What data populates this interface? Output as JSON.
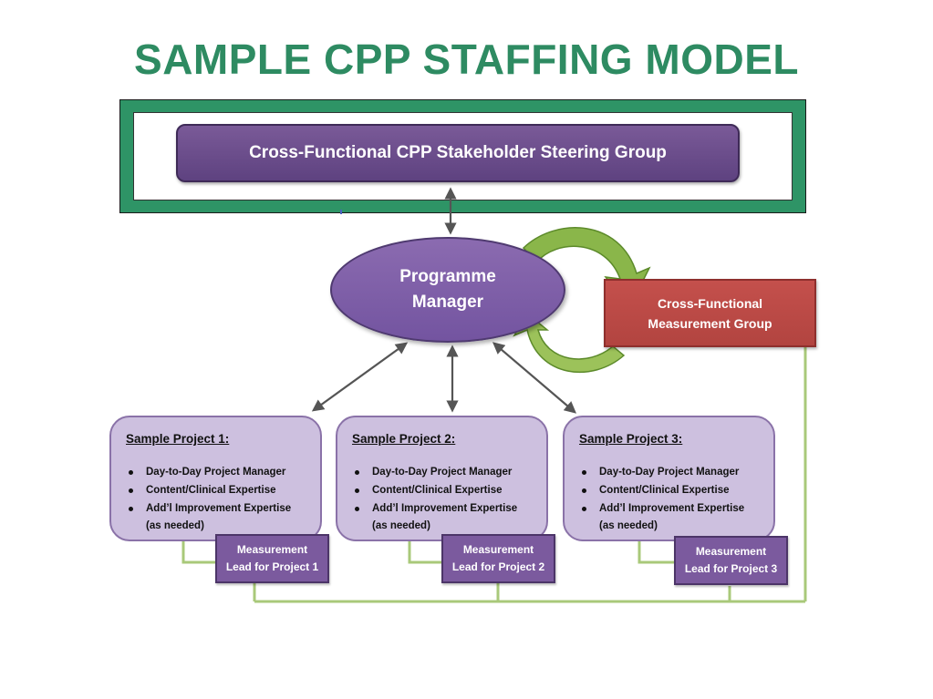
{
  "title": "SAMPLE CPP STAFFING MODEL",
  "steering_group": {
    "label": "Cross-Functional CPP Stakeholder Steering Group"
  },
  "programme_manager": {
    "line1": "Programme",
    "line2": "Manager"
  },
  "measurement_group": {
    "line1": "Cross-Functional",
    "line2": "Measurement Group"
  },
  "projects": [
    {
      "title": "Sample Project 1:",
      "items": [
        "Day-to-Day Project Manager",
        "Content/Clinical Expertise",
        "Add’l Improvement Expertise"
      ],
      "note": "(as needed)",
      "lead": {
        "line1": "Measurement",
        "line2": "Lead for Project 1"
      }
    },
    {
      "title": "Sample Project 2:",
      "items": [
        "Day-to-Day Project Manager",
        "Content/Clinical Expertise",
        "Add’l Improvement Expertise"
      ],
      "note": "(as needed)",
      "lead": {
        "line1": "Measurement",
        "line2": "Lead for Project 2"
      }
    },
    {
      "title": "Sample Project 3:",
      "items": [
        "Day-to-Day Project Manager",
        "Content/Clinical Expertise",
        "Add’l Improvement Expertise"
      ],
      "note": "(as needed)",
      "lead": {
        "line1": "Measurement",
        "line2": "Lead for Project 3"
      }
    }
  ],
  "colors": {
    "title": "#2e8b62",
    "frame": "#2e9466",
    "purple_dark": "#5e4280",
    "purple_light": "#cdc0df",
    "measurement_red": "#b24440",
    "connector_green": "#a9c97a",
    "cycle_arrow_green": "#8ab64a",
    "arrow_gray": "#555555"
  }
}
